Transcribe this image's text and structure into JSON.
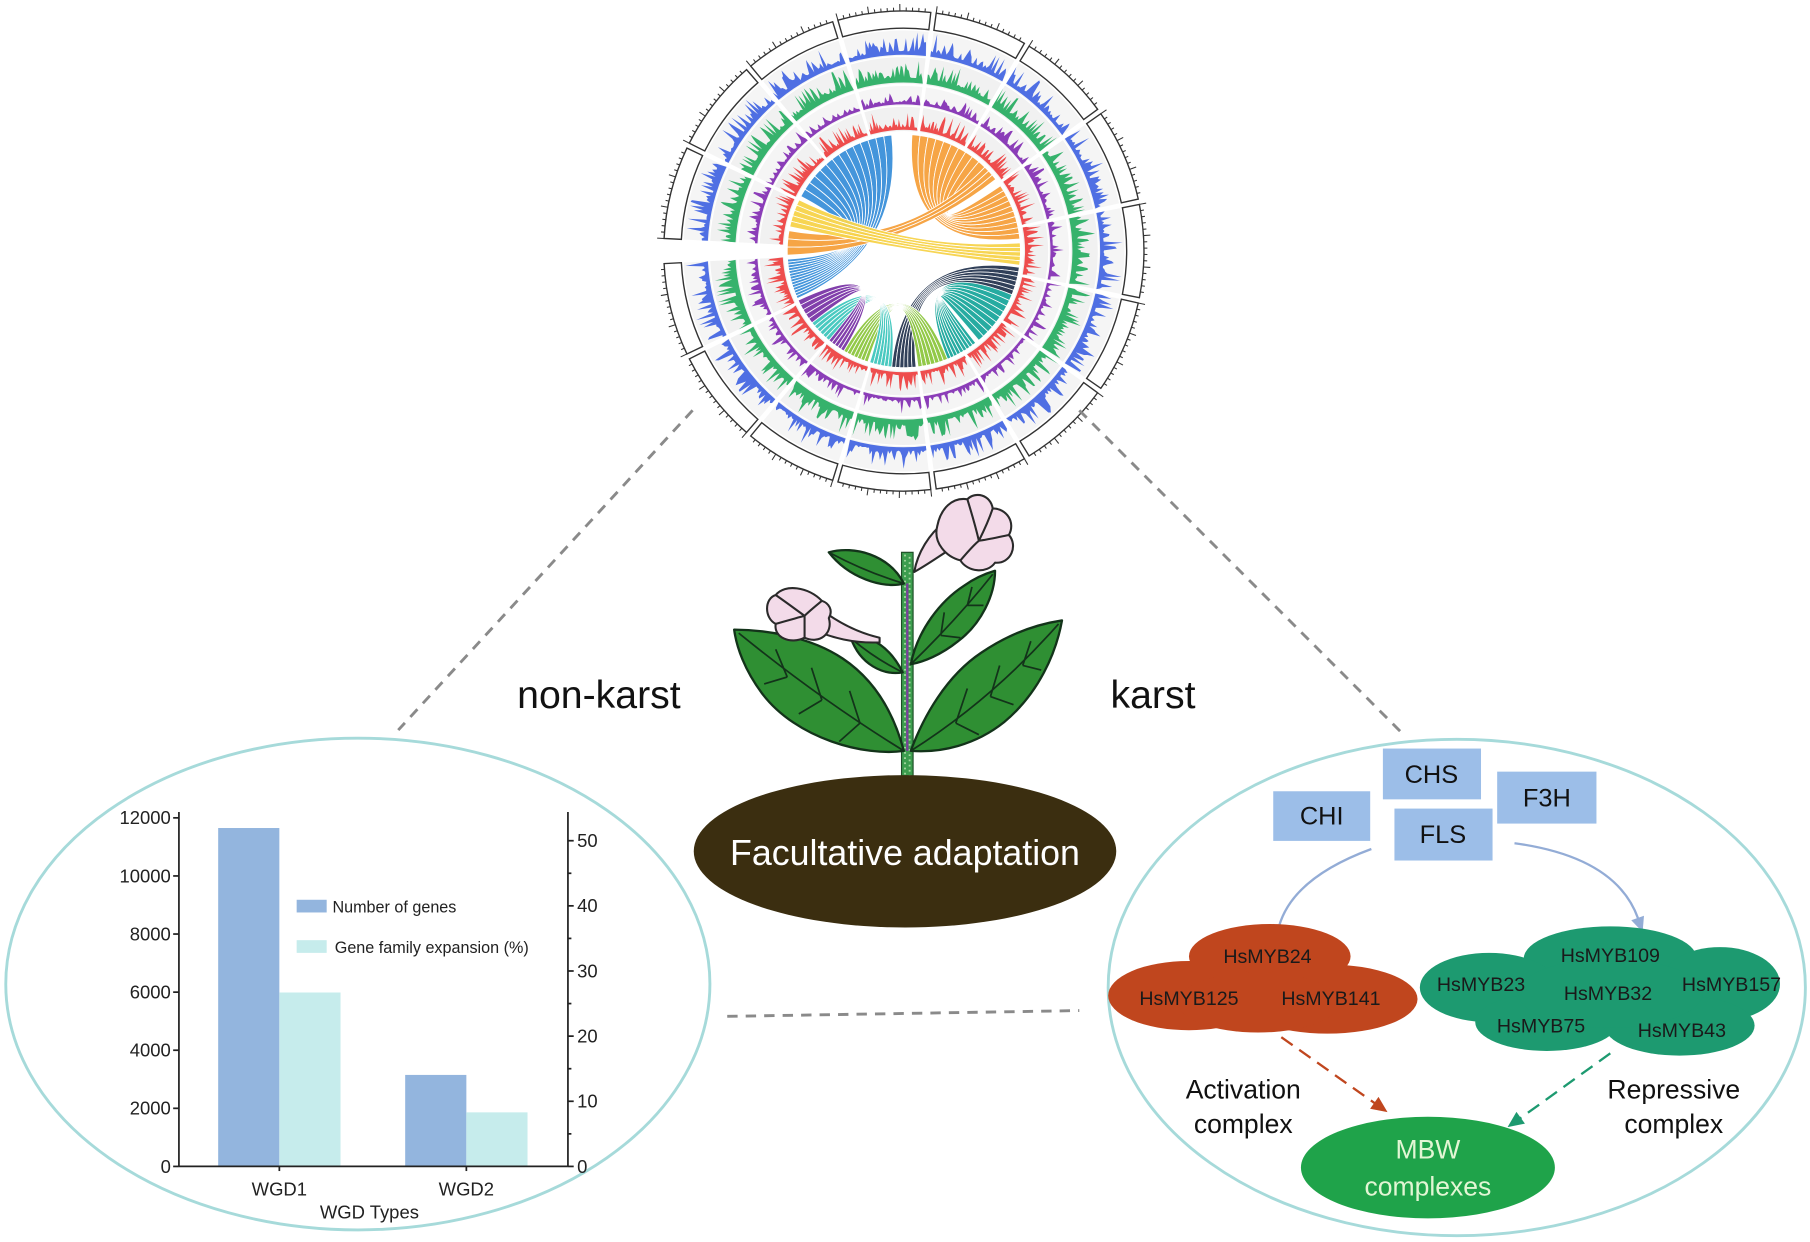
{
  "habitats": {
    "left": "non-karst",
    "right": "karst"
  },
  "soil": {
    "label": "Facultative adaptation",
    "color": "#3b2e10"
  },
  "colors": {
    "panel_outline": "#a6dada",
    "connector_dashes": "#8a8a8a",
    "enzyme_box": "#9cbee8",
    "pathway_arrow": "#93acd6",
    "leaf": "#2f8f33",
    "leaf_outline": "#13331a",
    "stem": "#3c9d4e",
    "flower": "#f3dbe9"
  },
  "circos": {
    "colors": {
      "chromosome_ring": "#333333",
      "blue_track": "#4f6fe3",
      "green_track": "#36b26c",
      "purple_track": "#8b3db8",
      "red_track": "#ee4d4d",
      "chords": {
        "blue": "#3a8fd9",
        "orange": "#f5a03c",
        "yellow": "#f7d34a",
        "navy": "#263650",
        "teal": "#1aa79c",
        "green": "#8cc63e",
        "cyan": "#3fc6bd",
        "purple": "#7a35a6"
      }
    }
  },
  "chart_data": {
    "type": "bar",
    "categories": [
      "WGD1",
      "WGD2"
    ],
    "series": [
      {
        "name": "Number of genes",
        "values": [
          11650,
          3150
        ],
        "axis": "left",
        "color": "#93b5de"
      },
      {
        "name": "Gene family expansion (%)",
        "values": [
          26.7,
          8.3
        ],
        "axis": "right",
        "color": "#c6ecec"
      }
    ],
    "xlabel": "WGD Types",
    "ylabel": "",
    "y2label": "",
    "ylim": [
      0,
      12200
    ],
    "y2lim": [
      0,
      54.4
    ],
    "yticks": [
      0,
      2000,
      4000,
      6000,
      8000,
      10000,
      12000
    ],
    "y2ticks": [
      0,
      10,
      20,
      30,
      40,
      50
    ],
    "legend": "upper-center",
    "grid": false
  },
  "pathway": {
    "enzymes": [
      {
        "label": "CHS"
      },
      {
        "label": "CHI"
      },
      {
        "label": "F3H"
      },
      {
        "label": "FLS"
      }
    ],
    "activation_cloud": {
      "members": [
        "HsMYB24",
        "HsMYB125",
        "HsMYB141"
      ],
      "color": "#c0461e"
    },
    "repressive_cloud": {
      "members": [
        "HsMYB109",
        "HsMYB23",
        "HsMYB32",
        "HsMYB157",
        "HsMYB75",
        "HsMYB43"
      ],
      "color": "#1d9a70"
    },
    "activation_label": [
      "Activation",
      "complex"
    ],
    "repressive_label": [
      "Repressive",
      "complex"
    ],
    "target": {
      "lines": [
        "MBW",
        "complexes"
      ],
      "color": "#1fa34a"
    }
  }
}
